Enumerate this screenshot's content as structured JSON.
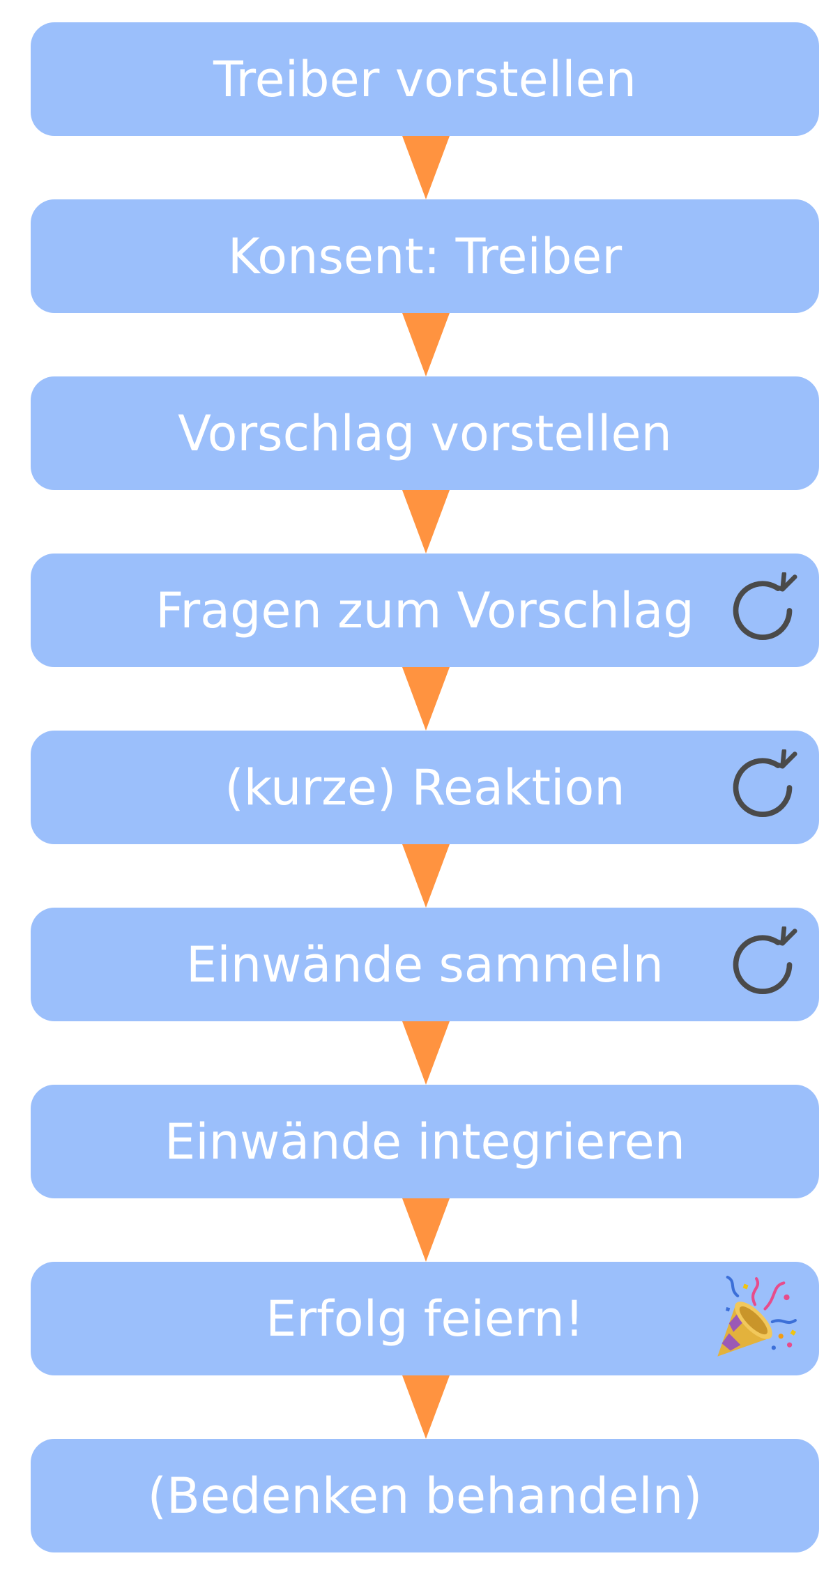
{
  "diagram": {
    "steps": [
      {
        "label": "Treiber vorstellen",
        "icon": null
      },
      {
        "label": "Konsent: Treiber",
        "icon": null
      },
      {
        "label": "Vorschlag vorstellen",
        "icon": null
      },
      {
        "label": "Fragen zum Vorschlag",
        "icon": "repeat-icon"
      },
      {
        "label": "(kurze) Reaktion",
        "icon": "repeat-icon"
      },
      {
        "label": "Einwände sammeln",
        "icon": "repeat-icon"
      },
      {
        "label": "Einwände integrieren",
        "icon": null
      },
      {
        "label": "Erfolg feiern!",
        "icon": "party-popper-icon"
      },
      {
        "label": "(Bedenken behandeln)",
        "icon": null
      }
    ],
    "colors": {
      "box": "#9bbffb",
      "text": "#ffffff",
      "arrow": "#ff9340",
      "repeat_icon": "#4a4a4a"
    }
  }
}
